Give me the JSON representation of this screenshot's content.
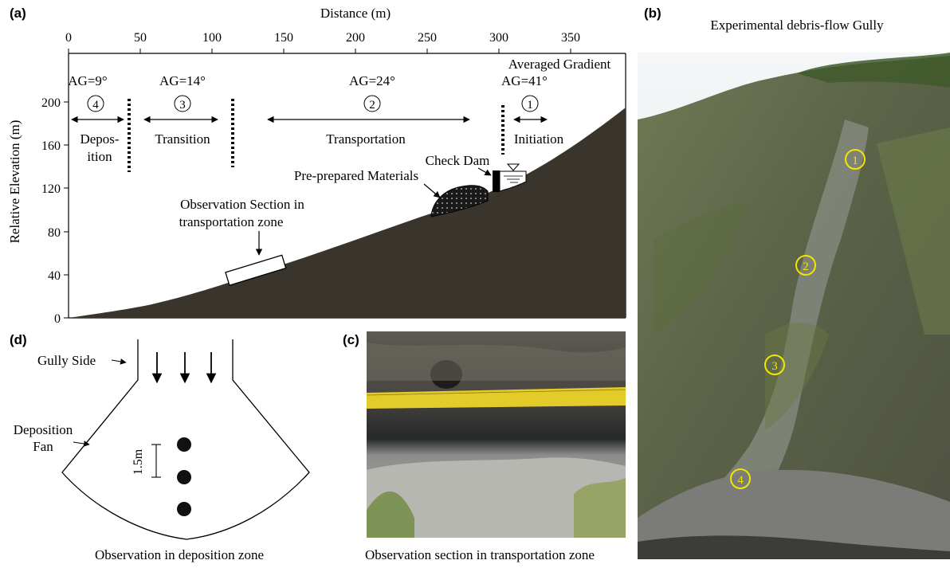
{
  "panel_labels": {
    "a": "(a)",
    "b": "(b)",
    "c": "(c)",
    "d": "(d)"
  },
  "panel_a": {
    "xlabel": "Distance (m)",
    "ylabel": "Relative Elevation (m)",
    "x_ticks": [
      "0",
      "50",
      "100",
      "150",
      "200",
      "250",
      "300",
      "350"
    ],
    "y_ticks": [
      "0",
      "40",
      "80",
      "120",
      "160",
      "200"
    ],
    "zones": [
      {
        "ag": "AG=9°",
        "num": "4",
        "name_line1": "Depos-",
        "name_line2": "ition"
      },
      {
        "ag": "AG=14°",
        "num": "3",
        "name_line1": "Transition",
        "name_line2": ""
      },
      {
        "ag": "AG=24°",
        "num": "2",
        "name_line1": "Transportation",
        "name_line2": ""
      },
      {
        "ag": "AG=41°",
        "num": "1",
        "name_line1": "Initiation",
        "name_line2": ""
      }
    ],
    "averaged_gradient_label": "Averaged Gradient",
    "check_dam": "Check Dam",
    "materials": "Pre-prepared Materials",
    "obs_section_line1": "Observation Section in",
    "obs_section_line2": "transportation zone",
    "colors": {
      "slope_fill": "#3a352c"
    }
  },
  "panel_b": {
    "title": "Experimental debris-flow Gully",
    "markers": [
      "1",
      "2",
      "3",
      "4"
    ],
    "marker_color": "#f2e600"
  },
  "panel_c": {
    "caption": "Observation section in transportation zone"
  },
  "panel_d": {
    "gully_side": "Gully Side",
    "fan_line1": "Deposition",
    "fan_line2": "Fan",
    "spacing": "1.5m",
    "caption": "Observation in deposition zone"
  }
}
